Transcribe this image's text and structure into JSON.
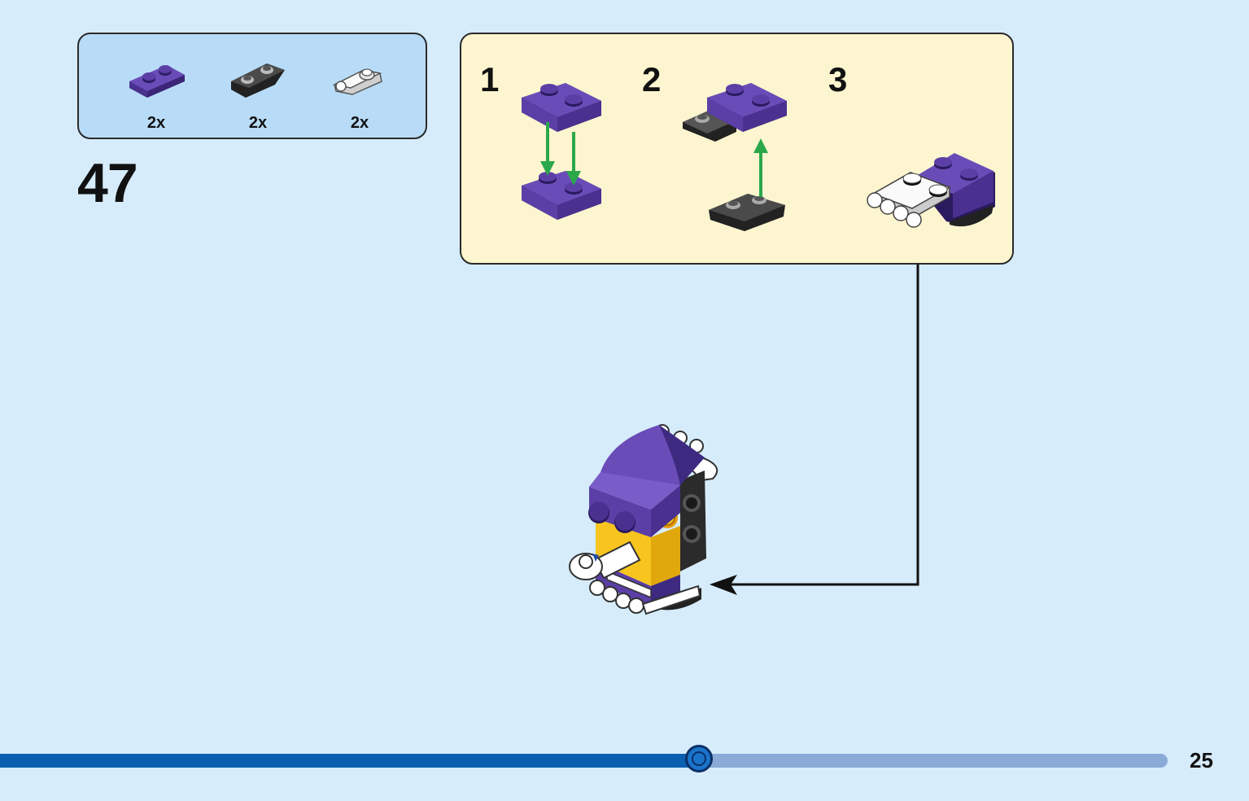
{
  "step": {
    "number": "47"
  },
  "parts": [
    {
      "qty": "2x",
      "color": "#5b3fa6",
      "icon": "plate-1x2-purple"
    },
    {
      "qty": "2x",
      "color": "#3a3a3a",
      "icon": "plate-inverted-black"
    },
    {
      "qty": "2x",
      "color": "#f2f2f2",
      "icon": "plate-clip-white"
    }
  ],
  "substeps": [
    {
      "label": "1"
    },
    {
      "label": "2"
    },
    {
      "label": "3"
    }
  ],
  "colors": {
    "page_bg": "#d6ecfb",
    "parts_box": "#b8dcf7",
    "substep_box": "#fdf5cf",
    "arrow_green": "#2aa84a",
    "brick_purple": "#5b3fa6",
    "brick_yellow": "#f7c51e"
  },
  "progress": {
    "fraction": 0.6
  },
  "page": {
    "number": "25"
  }
}
